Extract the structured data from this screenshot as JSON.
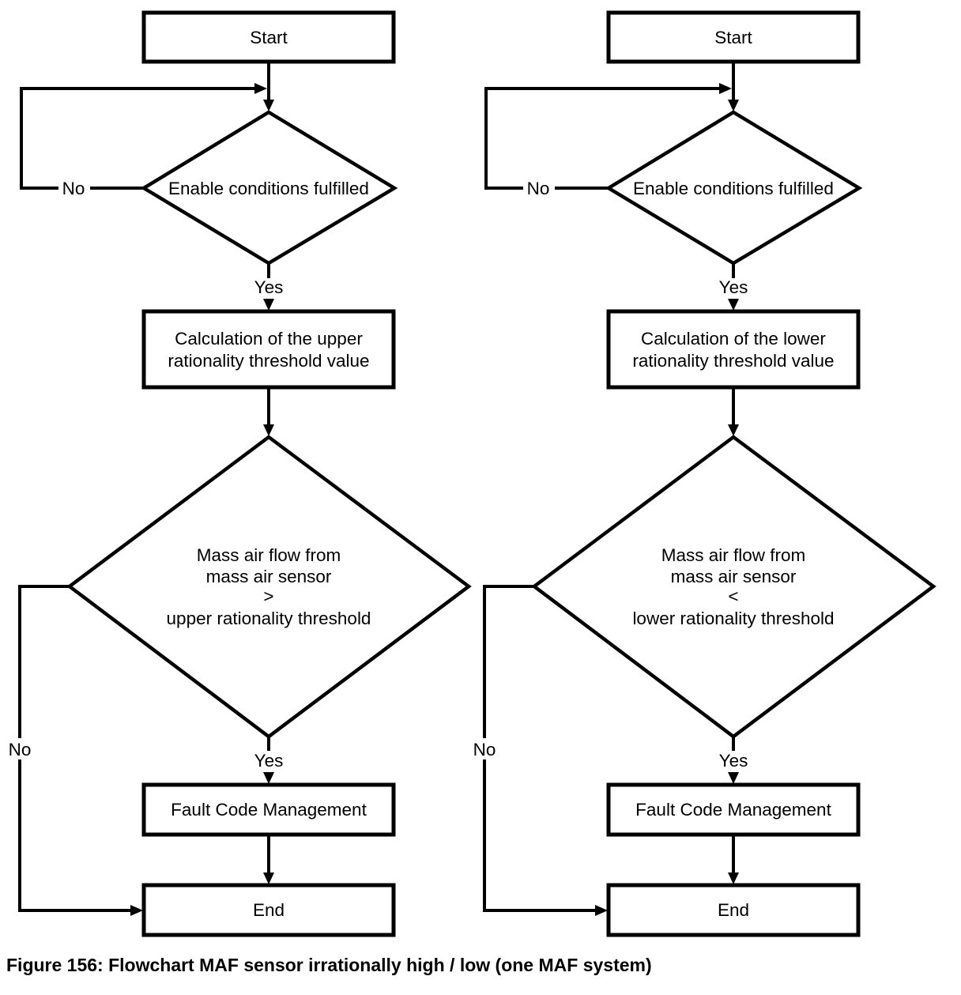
{
  "caption": "Figure 156: Flowchart MAF sensor irrationally high / low (one MAF system)",
  "colors": {
    "background": "#ffffff",
    "line": "#000000",
    "text": "#000000"
  },
  "flowcharts": [
    {
      "start_label": "Start",
      "enable_decision_label": "Enable conditions fulfilled",
      "enable_no_label": "No",
      "enable_yes_label": "Yes",
      "calc_lines": [
        "Calculation of the upper",
        "rationality threshold value"
      ],
      "maf_decision_lines": [
        "Mass air flow from",
        "mass air sensor",
        ">",
        "upper rationality threshold"
      ],
      "maf_no_label": "No",
      "maf_yes_label": "Yes",
      "fault_label": "Fault Code Management",
      "end_label": "End"
    },
    {
      "start_label": "Start",
      "enable_decision_label": "Enable conditions fulfilled",
      "enable_no_label": "No",
      "enable_yes_label": "Yes",
      "calc_lines": [
        "Calculation of the lower",
        "rationality threshold value"
      ],
      "maf_decision_lines": [
        "Mass air flow from",
        "mass air sensor",
        "<",
        "lower rationality threshold"
      ],
      "maf_no_label": "No",
      "maf_yes_label": "Yes",
      "fault_label": "Fault Code Management",
      "end_label": "End"
    }
  ]
}
